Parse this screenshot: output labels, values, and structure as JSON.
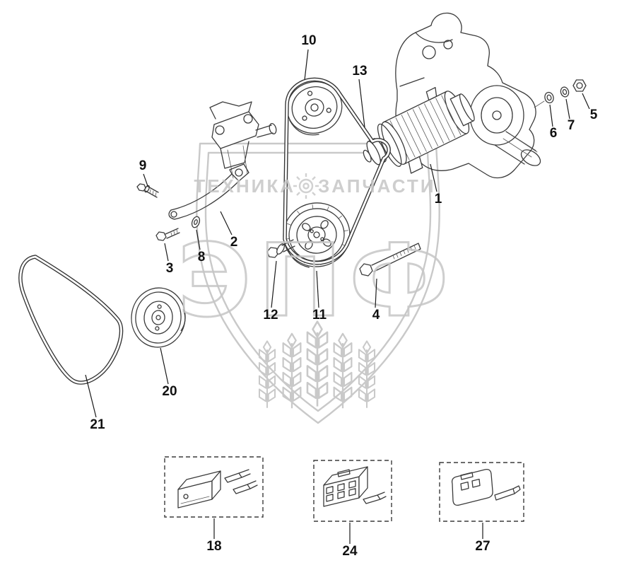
{
  "watermark": {
    "brand_left": "ТЕХНИКА",
    "brand_right": "ЗАПЧАСТИ",
    "big": "ЭПФ"
  },
  "callouts": {
    "n1": "1",
    "n2": "2",
    "n3": "3",
    "n4": "4",
    "n5": "5",
    "n6": "6",
    "n7": "7",
    "n8": "8",
    "n9": "9",
    "n10": "10",
    "n11": "11",
    "n12": "12",
    "n13": "13",
    "n18": "18",
    "n20": "20",
    "n21": "21",
    "n24": "24",
    "n27": "27"
  },
  "colors": {
    "line": "#3b3b3b",
    "watermark": "#c9c9c9",
    "label": "#111111"
  }
}
